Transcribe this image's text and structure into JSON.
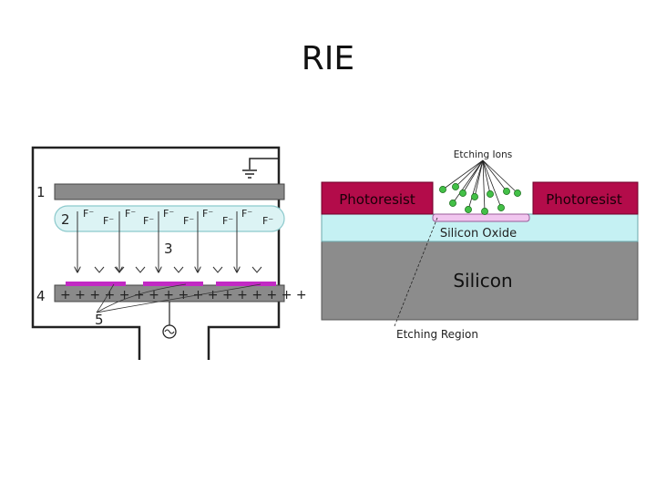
{
  "slide": {
    "title": "RIE"
  },
  "reactor": {
    "labels": {
      "top_electrode": "1",
      "plasma": "2",
      "sheath": "3",
      "bottom_electrode": "4",
      "wafer": "5"
    },
    "ions": [
      "F⁻",
      "F⁻",
      "F⁻",
      "F⁻",
      "F⁻",
      "F⁻",
      "F⁻",
      "F⁻",
      "F⁻",
      "F⁻",
      "F⁻",
      "F⁻",
      "F⁻",
      "F⁻",
      "F⁻",
      "F⁻"
    ],
    "plus_charges": "+ + + + + + + + + + + + + + + + +",
    "colors": {
      "electrode": "#8a8a8a",
      "plasma": "#dcf3f4",
      "wafer": "#c22ac4",
      "wall": "#222222"
    },
    "icons": {
      "ground": "ground-icon",
      "rf_source": "ac-source-icon"
    }
  },
  "cross_section": {
    "etching_ions_label": "Etching Ions",
    "photoresist_left": "Photoresist",
    "photoresist_right": "Photoresist",
    "silicon_oxide": "Silicon Oxide",
    "silicon": "Silicon",
    "etching_region_label": "Etching Region",
    "colors": {
      "photoresist": "#b30c4a",
      "oxide": "#c5f1f3",
      "silicon": "#8c8c8c",
      "ion": "#43c047",
      "etch_pit": "#f1c6ef"
    }
  }
}
